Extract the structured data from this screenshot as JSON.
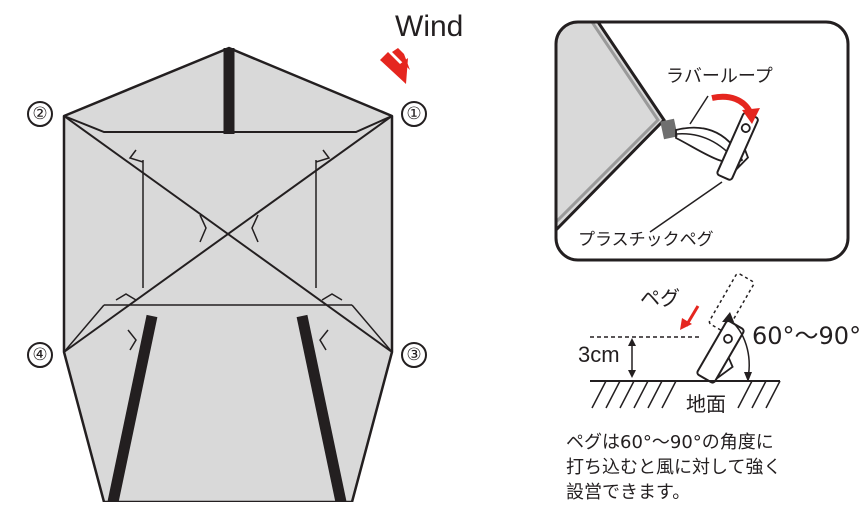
{
  "wind_label": "Wind",
  "corner_labels": [
    "①",
    "②",
    "③",
    "④"
  ],
  "detail": {
    "rubber_loop": "ラバーループ",
    "plastic_peg": "プラスチックペグ"
  },
  "peg_diagram": {
    "peg_label": "ペグ",
    "depth": "3cm",
    "angle": "60°～90°",
    "ground": "地面"
  },
  "note_lines": [
    "ペグは60°～90°の角度に",
    "打ち込むと風に対して強く",
    "設営できます。"
  ],
  "colors": {
    "tent_fill": "#d9d9d9",
    "line": "#231f20",
    "arrow_red": "#e5261f"
  }
}
